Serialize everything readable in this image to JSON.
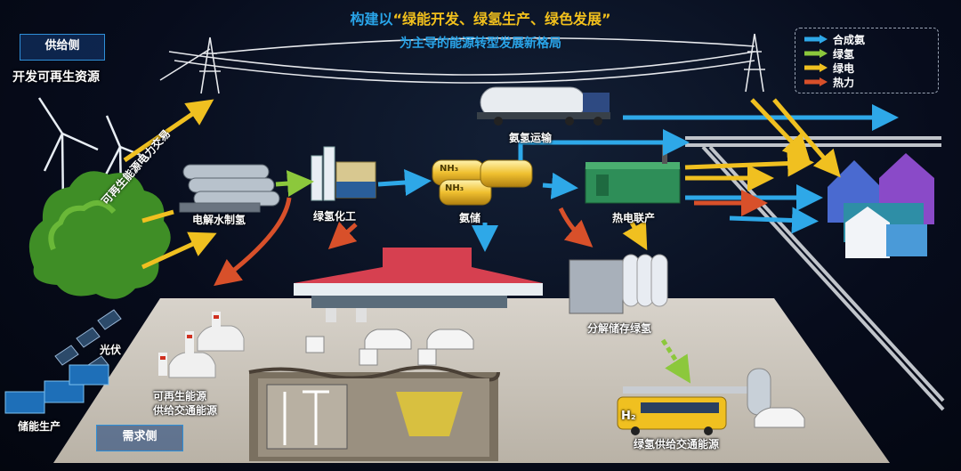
{
  "title": {
    "prefix": "构建以",
    "highlight": "“绿能开发、绿氢生产、绿色发展”",
    "line2": "为主导的能源转型发展新格局"
  },
  "supply_side": {
    "box_label": "供给侧",
    "subtitle": "开发可再生资源"
  },
  "demand_side": {
    "box_label": "需求侧"
  },
  "legend": [
    {
      "label": "合成氨",
      "color": "#2ea8e8"
    },
    {
      "label": "绿氢",
      "color": "#8cc83c"
    },
    {
      "label": "绿电",
      "color": "#f0c020"
    },
    {
      "label": "热力",
      "color": "#d8502a"
    }
  ],
  "nodes": {
    "trade": "可再生能源电力交易",
    "electrolysis": "电解水制氢",
    "green_chem": "绿氢化工",
    "ammonia_storage": "氨储",
    "ammonia_transport": "氨氢运输",
    "chp": "热电联产",
    "decompose_storage": "分解储存绿氢",
    "pv": "光伏",
    "storage_prod": "储能生产",
    "renew_transport_1": "可再生能源",
    "renew_transport_2": "供给交通能源",
    "h2_transport": "绿氢供给交通能源"
  },
  "tank_labels": {
    "nh3_a": "NH₃",
    "nh3_b": "NH₃",
    "bus_h2": "H₂"
  }
}
